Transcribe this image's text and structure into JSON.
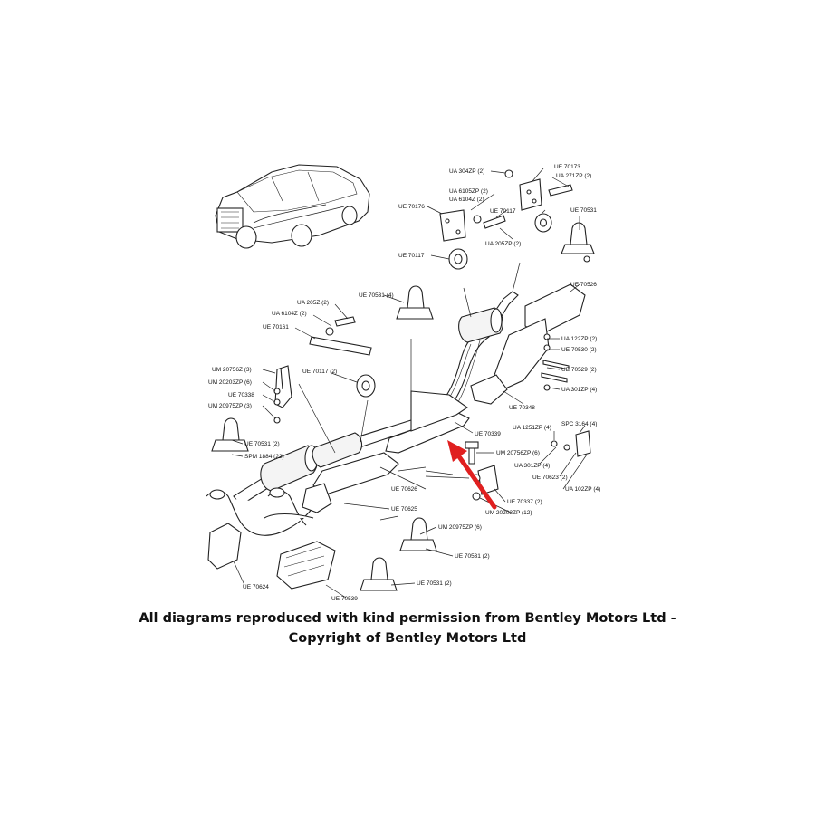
{
  "labels": {
    "l1": "UA 304ZP (2)",
    "l2": "UE 70173",
    "l3": "UA 271ZP (2)",
    "l4": "UA 6105ZP (2)",
    "l5": "UA 6104Z (2)",
    "l6": "UE 70176",
    "l7": "UE 70117",
    "l8": "UE 70531",
    "l9": "UA 205ZP (2)",
    "l10": "UE 70117",
    "l11": "UE 70526",
    "l12": "UA 205Z (2)",
    "l13": "UE 70531 (4)",
    "l14": "UA 6104Z (2)",
    "l15": "UE 70161",
    "l16": "UA 122ZP (2)",
    "l17": "UE 70530 (2)",
    "l18": "UM 20756Z (3)",
    "l19": "UE 70117 (2)",
    "l20": "UE 70529 (2)",
    "l21": "UM 20203ZP (6)",
    "l22": "UA 301ZP (4)",
    "l23": "UE 70338",
    "l24": "UM 20975ZP (3)",
    "l25": "UE 70348",
    "l26": "UE 70339",
    "l27": "UA 1251ZP (4)",
    "l28": "SPC 3164 (4)",
    "l29": "UE 70531 (2)",
    "l30": "SPM 1884 (22)",
    "l31": "UM 20756ZP (6)",
    "l32": "UA 301ZP (4)",
    "l33": "UE 70623 (2)",
    "l34": "UE 70626",
    "l35": "UA 102ZP (4)",
    "l36": "UE 70337 (2)",
    "l37": "UE 70625",
    "l38": "UM 20203ZP (12)",
    "l39": "UM 20975ZP (6)",
    "l40": "UE 70531 (2)",
    "l41": "UE 70531 (2)",
    "l42": "UE 70624",
    "l43": "UE 70539"
  },
  "caption": {
    "line1": "All diagrams reproduced with kind permission from Bentley Motors Ltd -",
    "line2": "Copyright of Bentley Motors Ltd"
  },
  "colors": {
    "arrow": "#e02020",
    "ink": "#222222"
  }
}
